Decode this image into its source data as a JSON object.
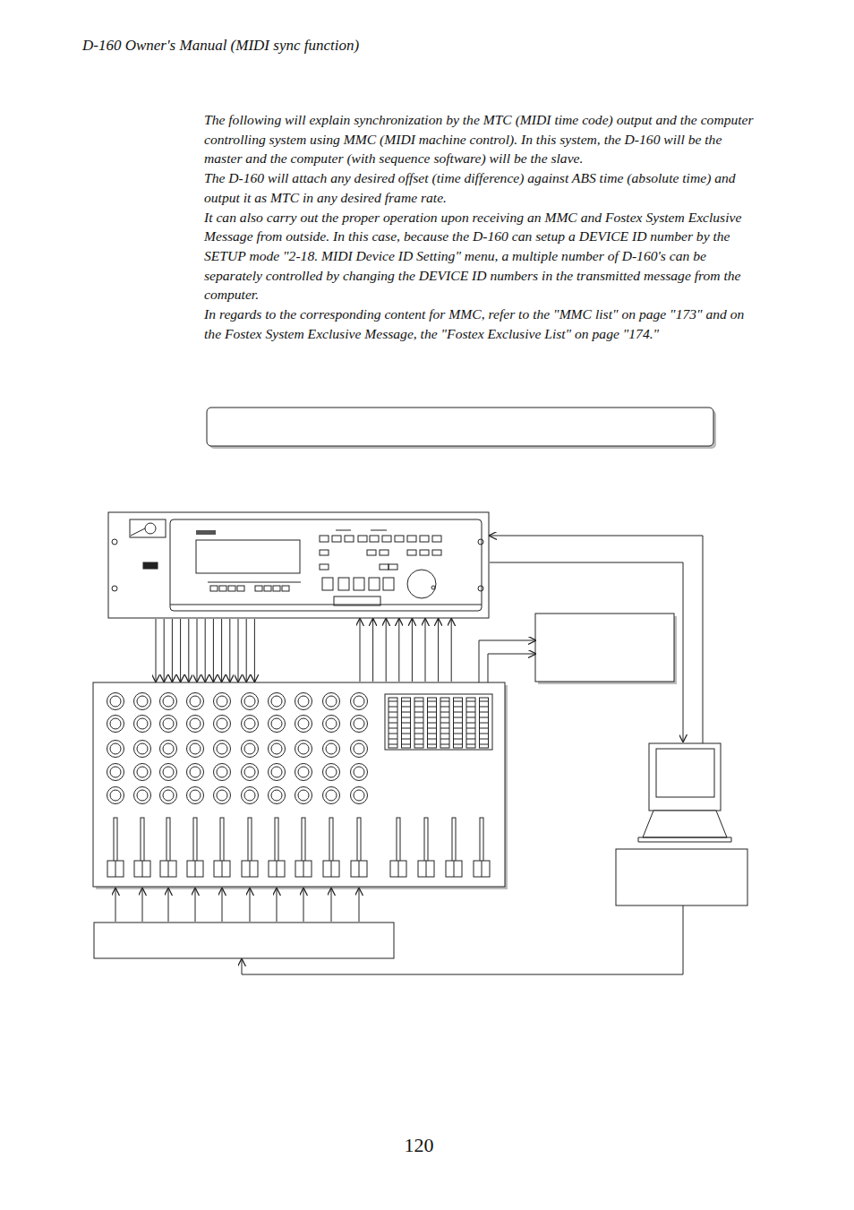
{
  "diagram": {
    "labels": [
      "D-160  Owner's Manual (MIDI sync function)",
      "The following will explain synchronization by the MTC (MIDI time code) output and the computer controlling system using MMC (MIDI machine control). In this system, the D-160 will be the master and the computer (with sequence software) will be the slave.",
      "The D-160 will attach any desired offset (time difference) against ABS time (absolute time) and output it as MTC in any desired frame rate.",
      "It can also carry out the proper operation upon receiving an MMC and Fostex System Exclusive Message from outside. In this case, because the D-160 can setup a DEVICE ID number by the SETUP mode \"2-18. MIDI Device ID Setting\" menu, a multiple number of D-160's can be separately controlled by changing the DEVICE ID numbers in the transmitted message from the computer.",
      "In regards to the corresponding content for MMC, refer to the \"MMC list\" on page \"173\" and on the Fostex System Exclusive Message, the \"Fostex Exclusive List\" on page \"174.\"",
      "120"
    ]
  }
}
